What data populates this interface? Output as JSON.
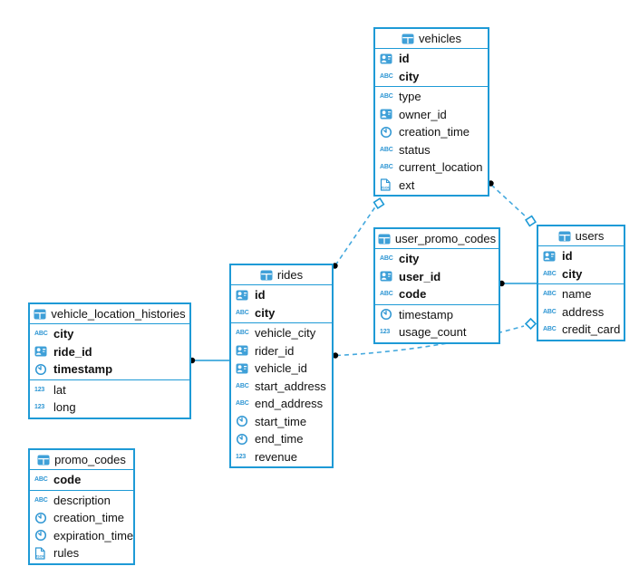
{
  "diagram": {
    "icon_labels": {
      "text": "ABC",
      "number": "123",
      "json": "JSON"
    },
    "colors": {
      "accent": "#1e9ad6",
      "icon_fill": "#3fa0d8",
      "dashed_line": "#45a9de",
      "endpoint_dot": "#000000",
      "background": "#ffffff"
    },
    "tables": [
      {
        "title": "vehicles",
        "pk": [
          {
            "name": "id",
            "icon": "uuid"
          },
          {
            "name": "city",
            "icon": "text"
          }
        ],
        "columns": [
          {
            "name": "type",
            "icon": "text"
          },
          {
            "name": "owner_id",
            "icon": "uuid"
          },
          {
            "name": "creation_time",
            "icon": "clock"
          },
          {
            "name": "status",
            "icon": "text"
          },
          {
            "name": "current_location",
            "icon": "text"
          },
          {
            "name": "ext",
            "icon": "json"
          }
        ]
      },
      {
        "title": "user_promo_codes",
        "pk": [
          {
            "name": "city",
            "icon": "text"
          },
          {
            "name": "user_id",
            "icon": "uuid"
          },
          {
            "name": "code",
            "icon": "text"
          }
        ],
        "columns": [
          {
            "name": "timestamp",
            "icon": "clock"
          },
          {
            "name": "usage_count",
            "icon": "number"
          }
        ]
      },
      {
        "title": "users",
        "pk": [
          {
            "name": "id",
            "icon": "uuid"
          },
          {
            "name": "city",
            "icon": "text"
          }
        ],
        "columns": [
          {
            "name": "name",
            "icon": "text"
          },
          {
            "name": "address",
            "icon": "text"
          },
          {
            "name": "credit_card",
            "icon": "text"
          }
        ]
      },
      {
        "title": "rides",
        "pk": [
          {
            "name": "id",
            "icon": "uuid"
          },
          {
            "name": "city",
            "icon": "text"
          }
        ],
        "columns": [
          {
            "name": "vehicle_city",
            "icon": "text"
          },
          {
            "name": "rider_id",
            "icon": "uuid"
          },
          {
            "name": "vehicle_id",
            "icon": "uuid"
          },
          {
            "name": "start_address",
            "icon": "text"
          },
          {
            "name": "end_address",
            "icon": "text"
          },
          {
            "name": "start_time",
            "icon": "clock"
          },
          {
            "name": "end_time",
            "icon": "clock"
          },
          {
            "name": "revenue",
            "icon": "number"
          }
        ]
      },
      {
        "title": "vehicle_location_histories",
        "pk": [
          {
            "name": "city",
            "icon": "text"
          },
          {
            "name": "ride_id",
            "icon": "uuid"
          },
          {
            "name": "timestamp",
            "icon": "clock"
          }
        ],
        "columns": [
          {
            "name": "lat",
            "icon": "number"
          },
          {
            "name": "long",
            "icon": "number"
          }
        ]
      },
      {
        "title": "promo_codes",
        "pk": [
          {
            "name": "code",
            "icon": "text"
          }
        ],
        "columns": [
          {
            "name": "description",
            "icon": "text"
          },
          {
            "name": "creation_time",
            "icon": "clock"
          },
          {
            "name": "expiration_time",
            "icon": "clock"
          },
          {
            "name": "rules",
            "icon": "json"
          }
        ]
      }
    ],
    "relations": [
      {
        "from": "rides",
        "to": "vehicles",
        "style": "dashed"
      },
      {
        "from": "vehicles",
        "to": "users",
        "style": "dashed"
      },
      {
        "from": "user_promo_codes",
        "to": "users",
        "style": "solid"
      },
      {
        "from": "rides",
        "to": "users",
        "style": "dashed"
      },
      {
        "from": "vehicle_location_histories",
        "to": "rides",
        "style": "solid"
      }
    ]
  }
}
